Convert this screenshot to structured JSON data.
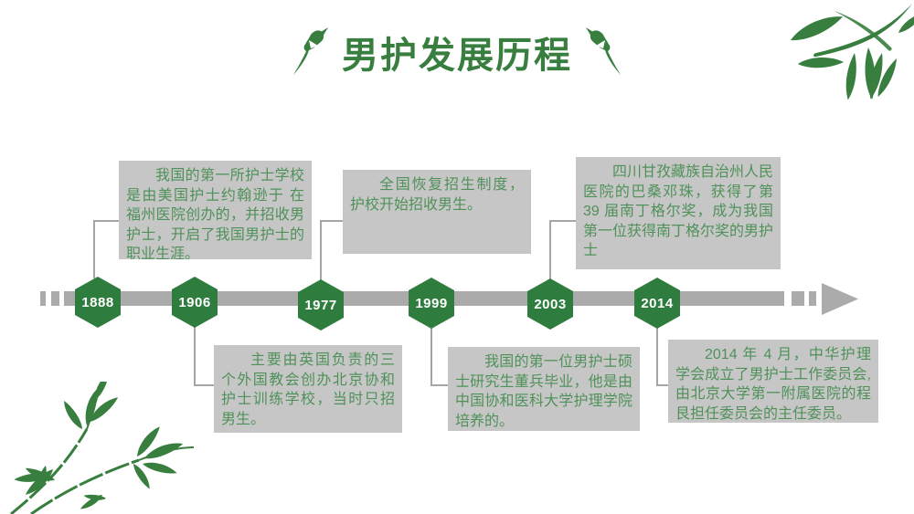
{
  "slide": {
    "title": "男护发展历程"
  },
  "colors": {
    "hexagon_green": "#2F7D3E",
    "title_green": "#377E3F",
    "box_text_green": "#4F9159",
    "box_background": "#C6C6C6",
    "timeline_gray": "#ABABAB",
    "connector_gray": "#A6A6A6",
    "year_text": "#FFFFFF"
  },
  "timeline": {
    "events": [
      {
        "year": "1888",
        "side": "top",
        "text": "我国的第一所护士学校是由美国护士约翰逊于 在福州医院创办的，并招收男护士，开启了我国男护士的职业生涯。"
      },
      {
        "year": "1906",
        "side": "bottom",
        "text": "主要由英国负责的三个外国教会创办北京协和护士训练学校，当时只招男生。"
      },
      {
        "year": "1977",
        "side": "top",
        "text": "全国恢复招生制度，护校开始招收男生。"
      },
      {
        "year": "1999",
        "side": "bottom",
        "text": "我国的第一位男护士硕士研究生董兵毕业，他是由中国协和医科大学护理学院培养的。"
      },
      {
        "year": "2003",
        "side": "top",
        "text": "四川甘孜藏族自治州人民医院的巴桑邓珠，获得了第39 届南丁格尔奖，成为我国第一位获得南丁格尔奖的男护士"
      },
      {
        "year": "2014",
        "side": "bottom",
        "text": "2014 年 4 月，中华护理学会成立了男护士工作委员会,由北京大学第一附属医院的程艮担任委员会的主任委员。"
      }
    ]
  },
  "decorations": {
    "left_icon": "swallow-bird",
    "right_icon": "swallow-bird",
    "top_right": "bamboo-branch",
    "bottom_left": "bamboo-leaves"
  }
}
